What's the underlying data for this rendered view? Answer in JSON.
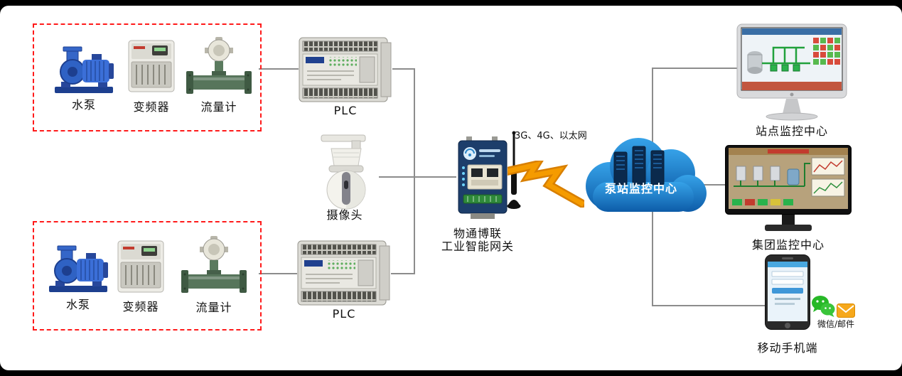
{
  "field_groups": [
    {
      "pump_label": "水泵",
      "vfd_label": "变频器",
      "flowmeter_label": "流量计"
    },
    {
      "pump_label": "水泵",
      "vfd_label": "变频器",
      "flowmeter_label": "流量计"
    }
  ],
  "plcs": [
    {
      "label": "PLC"
    },
    {
      "label": "PLC"
    }
  ],
  "camera": {
    "label": "摄像头"
  },
  "gateway": {
    "brand_line": "物通博联",
    "device_line": "工业智能网关",
    "network_label": "3G、4G、以太网"
  },
  "cloud": {
    "label": "泵站监控中心"
  },
  "site_monitor": {
    "label": "站点监控中心"
  },
  "group_monitor": {
    "label": "集团监控中心"
  },
  "mobile": {
    "label": "移动手机端",
    "channels_label": "微信/邮件"
  },
  "colors": {
    "dashed-border": "#ff1a1a",
    "connector": "#8c8c8c",
    "lightning": "#f59b00",
    "cloud-blue": "#1b7fd0"
  }
}
